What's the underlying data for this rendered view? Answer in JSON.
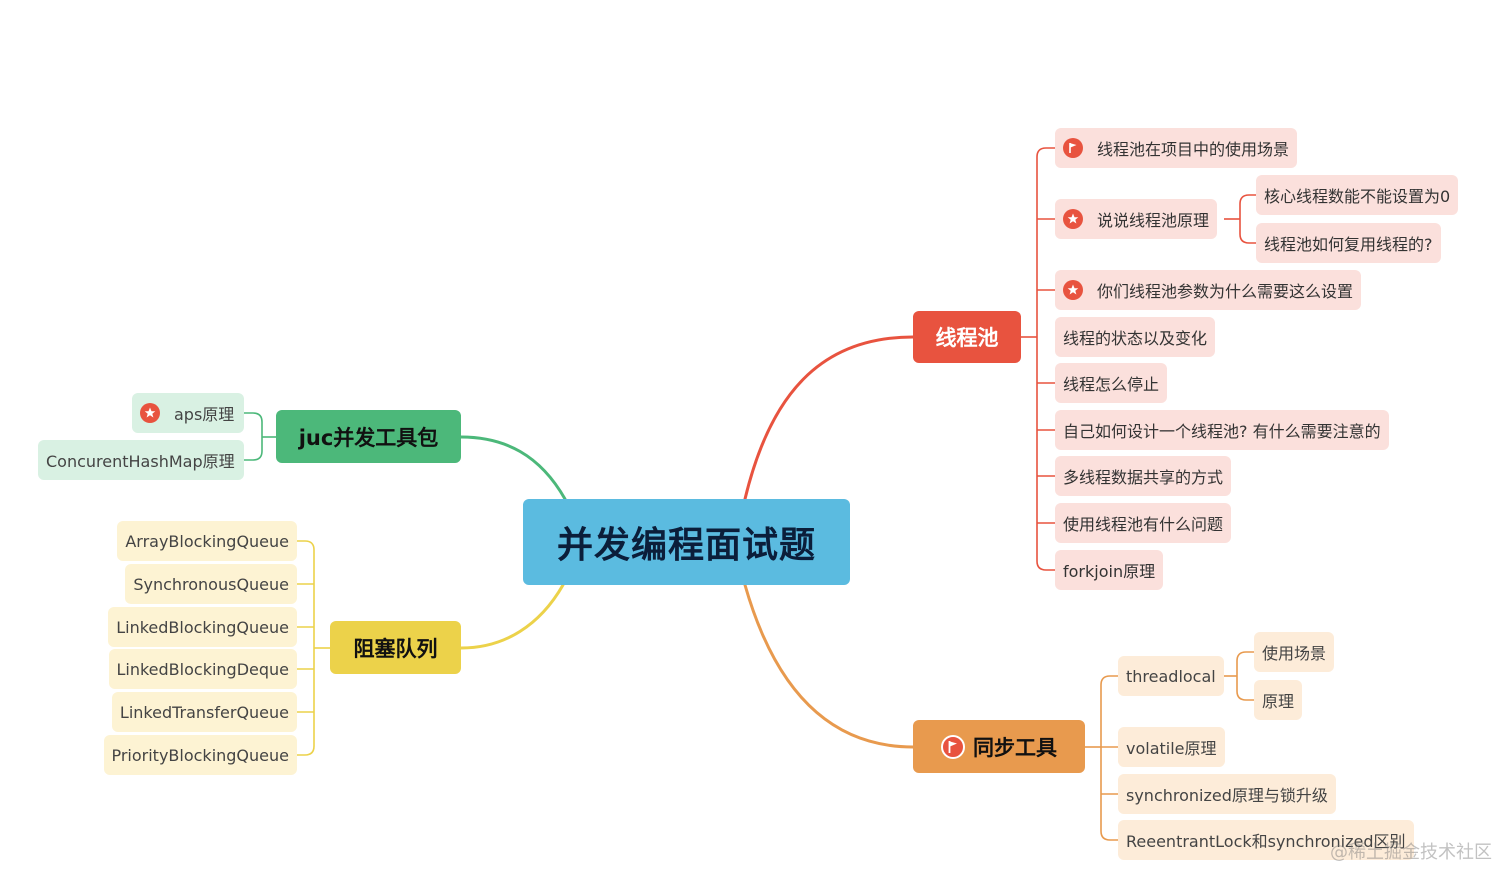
{
  "central": "并发编程面试题",
  "branches": {
    "thread_pool": {
      "label": "线程池",
      "color": "#e8533f",
      "items": [
        {
          "label": "线程池在项目中的使用场景",
          "icon": "flag-icon"
        },
        {
          "label": "说说线程池原理",
          "icon": "star-icon",
          "children": [
            "核心线程数能不能设置为0",
            "线程池如何复用线程的?"
          ]
        },
        {
          "label": "你们线程池参数为什么需要这么设置",
          "icon": "star-icon"
        },
        {
          "label": "线程的状态以及变化"
        },
        {
          "label": "线程怎么停止"
        },
        {
          "label": "自己如何设计一个线程池? 有什么需要注意的"
        },
        {
          "label": "多线程数据共享的方式"
        },
        {
          "label": "使用线程池有什么问题"
        },
        {
          "label": "forkjoin原理"
        }
      ]
    },
    "juc": {
      "label": "juc并发工具包",
      "color": "#4cb87a",
      "items": [
        {
          "label": "aps原理",
          "icon": "star-icon"
        },
        {
          "label": "ConcurentHashMap原理"
        }
      ]
    },
    "blocking_queue": {
      "label": "阻塞队列",
      "color": "#ecd24a",
      "items": [
        {
          "label": "ArrayBlockingQueue"
        },
        {
          "label": "SynchronousQueue"
        },
        {
          "label": "LinkedBlockingQueue"
        },
        {
          "label": "LinkedBlockingDeque"
        },
        {
          "label": "LinkedTransferQueue"
        },
        {
          "label": "PriorityBlockingQueue"
        }
      ]
    },
    "sync_tools": {
      "label": "同步工具",
      "icon": "flag-icon",
      "color": "#e89a4e",
      "items": [
        {
          "label": "threadlocal",
          "children": [
            "使用场景",
            "原理"
          ]
        },
        {
          "label": "volatile原理"
        },
        {
          "label": "synchronized原理与锁升级"
        },
        {
          "label": "ReeentrantLock和synchronized区别"
        }
      ]
    }
  },
  "watermark": "@稀土掘金技术社区"
}
